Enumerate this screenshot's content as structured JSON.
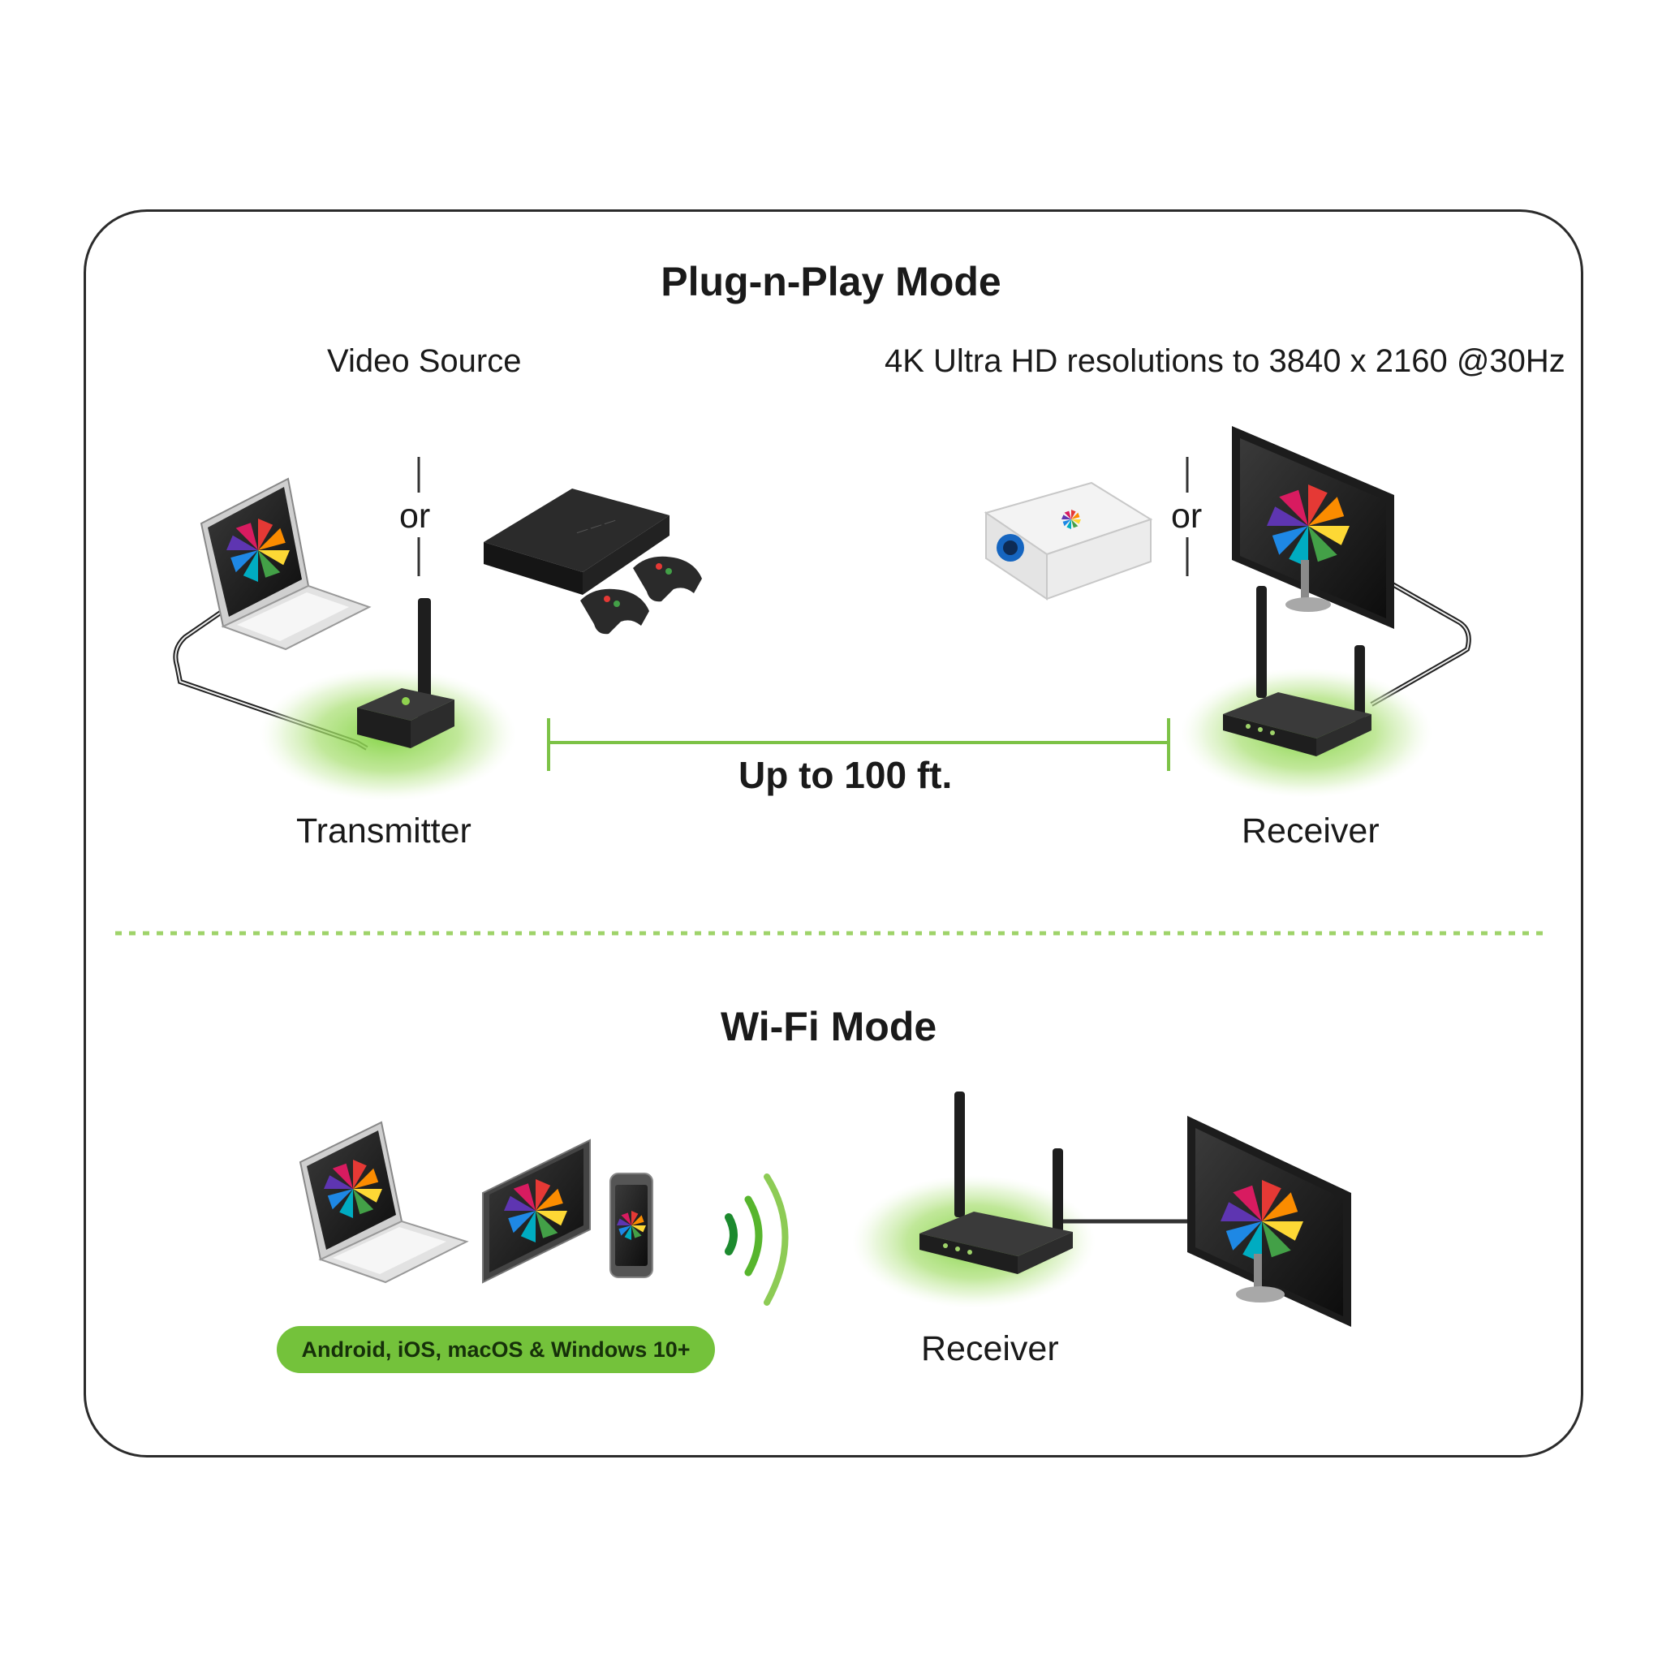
{
  "colors": {
    "accent_green": "#74c23b",
    "divider_green": "#9fd36a",
    "frame": "#2b2b2b",
    "device_dark": "#2a2a2a"
  },
  "plug": {
    "title": "Plug-n-Play Mode",
    "video_source_label": "Video Source",
    "resolution_label": "4K Ultra HD resolutions to 3840 x 2160 @30Hz",
    "or_left": "or",
    "or_right": "or",
    "transmitter_label": "Transmitter",
    "receiver_label": "Receiver",
    "distance_label": "Up to 100 ft."
  },
  "wifi": {
    "title": "Wi-Fi Mode",
    "platforms_badge": "Android, iOS, macOS & Windows 10+",
    "receiver_label": "Receiver"
  },
  "icons": [
    "laptop-icon",
    "game-console-icon",
    "gamepad-icon",
    "projector-icon",
    "monitor-icon",
    "transmitter-icon",
    "receiver-router-icon",
    "tablet-icon",
    "smartphone-icon",
    "wifi-signal-icon"
  ]
}
